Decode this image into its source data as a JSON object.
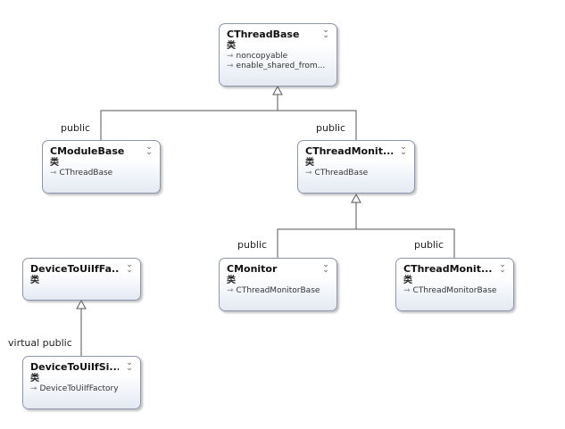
{
  "classes": {
    "cthreadbase": {
      "name": "CThreadBase",
      "kind": "类",
      "bases": [
        "noncopyable",
        "enable_shared_from..."
      ]
    },
    "cmodulebase": {
      "name": "CModuleBase",
      "kind": "类",
      "bases": [
        "CThreadBase"
      ]
    },
    "cthreadmonitorbase": {
      "name": "CThreadMonit...",
      "kind": "类",
      "bases": [
        "CThreadBase"
      ]
    },
    "cmonitor": {
      "name": "CMonitor",
      "kind": "类",
      "bases": [
        "CThreadMonitorBase"
      ]
    },
    "cthreadmonitor2": {
      "name": "CThreadMonit...",
      "kind": "类",
      "bases": [
        "CThreadMonitorBase"
      ]
    },
    "devicetouiiffactory": {
      "name": "DeviceToUiIfFa...",
      "kind": "类",
      "bases": []
    },
    "devicetouiifsi": {
      "name": "DeviceToUiIfSi...",
      "kind": "类",
      "bases": [
        "DeviceToUiIfFactory"
      ]
    }
  },
  "edges": {
    "e1": {
      "label": "public"
    },
    "e2": {
      "label": "public"
    },
    "e3": {
      "label": "public"
    },
    "e4": {
      "label": "public"
    },
    "e5": {
      "label": "virtual public"
    }
  },
  "icons": {
    "collapse": "chevron-double-down-icon",
    "inherit": "inherit-arrow-icon"
  },
  "colors": {
    "border": "#8d97ab",
    "gradient_end": "#e4e9f3",
    "line": "#555555"
  }
}
